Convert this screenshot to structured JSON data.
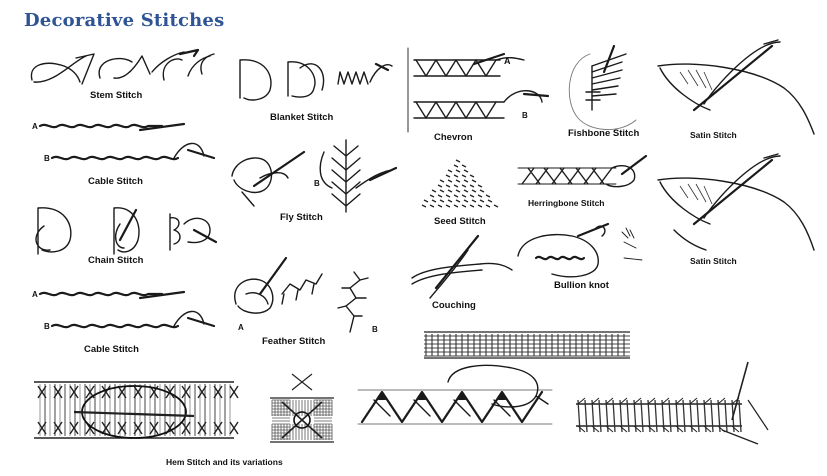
{
  "document": {
    "title": "Decorative Stitches"
  },
  "stitches": {
    "stem": "Stem  Stitch",
    "blanket": "Blanket Stitch",
    "chevron": "Chevron",
    "fishbone": "Fishbone Stitch",
    "satin_top": "Satin Stitch",
    "cable_top": "Cable  Stitch",
    "fly": "Fly Stitch",
    "seed": "Seed Stitch",
    "herringbone": "Herringbone Stitch",
    "chain": "Chain  Stitch",
    "satin_right": "Satin Stitch",
    "bullion": "Bullion knot",
    "couching": "Couching",
    "cable_bottom": "Cable  Stitch",
    "feather": "Feather Stitch",
    "hem": "Hem Stitch and its variations"
  },
  "figure_letters": {
    "a": "A",
    "b": "B"
  }
}
